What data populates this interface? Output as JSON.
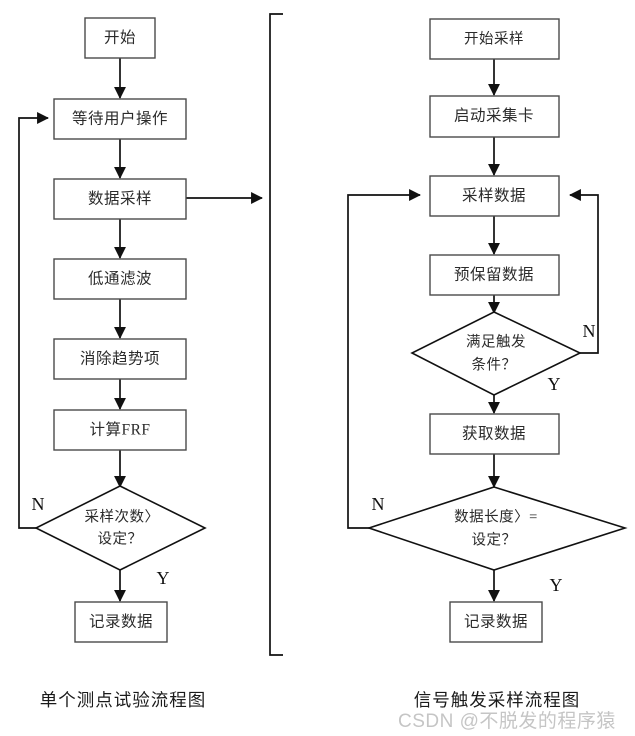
{
  "chart_data": {
    "type": "diagram",
    "title": "Two flowcharts: single measurement point test and signal-triggered sampling",
    "charts": [
      {
        "caption": "单个测点试验流程图",
        "nodes": [
          {
            "id": "l1",
            "shape": "rect",
            "label": "开始"
          },
          {
            "id": "l2",
            "shape": "rect",
            "label": "等待用户操作"
          },
          {
            "id": "l3",
            "shape": "rect",
            "label": "数据采样"
          },
          {
            "id": "l4",
            "shape": "rect",
            "label": "低通滤波"
          },
          {
            "id": "l5",
            "shape": "rect",
            "label": "消除趋势项"
          },
          {
            "id": "l6",
            "shape": "rect",
            "label": "计算FRF"
          },
          {
            "id": "l7",
            "shape": "diamond",
            "label_line1": "采样次数〉",
            "label_line2": "设定？"
          },
          {
            "id": "l8",
            "shape": "rect",
            "label": "记录数据"
          }
        ],
        "branch_labels": [
          {
            "id": "l7-no",
            "label": "N"
          },
          {
            "id": "l7-yes",
            "label": "Y"
          }
        ]
      },
      {
        "caption": "信号触发采样流程图",
        "nodes": [
          {
            "id": "r1",
            "shape": "rect",
            "label": "开始采样"
          },
          {
            "id": "r2",
            "shape": "rect",
            "label": "启动采集卡"
          },
          {
            "id": "r3",
            "shape": "rect",
            "label": "采样数据"
          },
          {
            "id": "r4",
            "shape": "rect",
            "label": "预保留数据"
          },
          {
            "id": "r5",
            "shape": "diamond",
            "label_line1": "满足触发",
            "label_line2": "条件？"
          },
          {
            "id": "r6",
            "shape": "rect",
            "label": "获取数据"
          },
          {
            "id": "r7",
            "shape": "diamond",
            "label_line1": "数据长度〉=",
            "label_line2": "设定？"
          },
          {
            "id": "r8",
            "shape": "rect",
            "label": "记录数据"
          }
        ],
        "branch_labels": [
          {
            "id": "r5-no",
            "label": "N"
          },
          {
            "id": "r5-yes",
            "label": "Y"
          },
          {
            "id": "r7-no",
            "label": "N"
          },
          {
            "id": "r7-yes",
            "label": "Y"
          }
        ]
      }
    ],
    "colors": {
      "background": "#ffffff",
      "box_stroke": "#4a4a4a",
      "line_stroke": "#111111",
      "text": "#2b2b2b",
      "watermark": "#969696"
    }
  },
  "left_chart": {
    "caption": "单个测点试验流程图",
    "n1": "开始",
    "n2": "等待用户操作",
    "n3": "数据采样",
    "n4": "低通滤波",
    "n5": "消除趋势项",
    "n6": "计算FRF",
    "n7_line1": "采样次数〉",
    "n7_line2": "设定？",
    "n8": "记录数据",
    "branch_no": "N",
    "branch_yes": "Y"
  },
  "right_chart": {
    "caption": "信号触发采样流程图",
    "n1": "开始采样",
    "n2": "启动采集卡",
    "n3": "采样数据",
    "n4": "预保留数据",
    "n5_line1": "满足触发",
    "n5_line2": "条件？",
    "n6": "获取数据",
    "n7_line1": "数据长度〉=",
    "n7_line2": "设定？",
    "n8": "记录数据",
    "branch_no_trigger": "N",
    "branch_yes_trigger": "Y",
    "branch_no_length": "N",
    "branch_yes_length": "Y"
  },
  "watermark": {
    "text": "CSDN @不脱发的程序猿"
  }
}
